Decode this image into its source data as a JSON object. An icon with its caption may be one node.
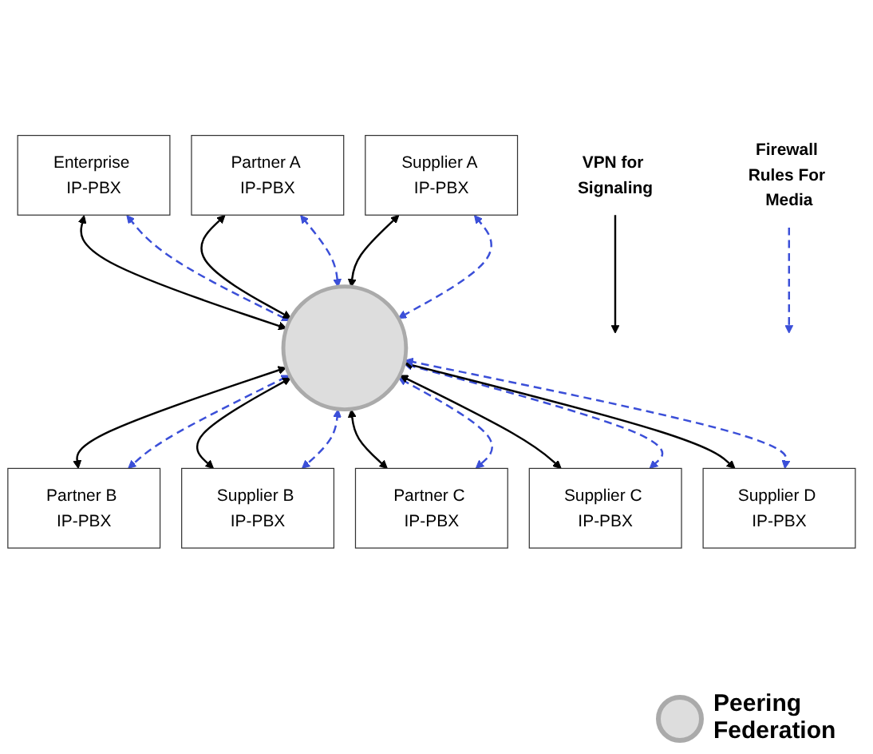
{
  "diagram": {
    "nodes": [
      {
        "text": [
          "VPN for Signaling"
        ]
      },
      {
        "text": [
          "Enterprise IP-PBX"
        ]
      },
      {
        "text": [
          "Firewall Rules For Media"
        ]
      },
      {
        "text": [
          "Partner A IP-PBX"
        ]
      },
      {
        "text": [
          "Supplier A IP-PBX"
        ]
      },
      {
        "text": [],
        "shape": "circle"
      },
      {
        "text": [
          "Partner B IP-PBX"
        ]
      },
      {
        "text": [
          "Supplier B IP-PBX"
        ]
      },
      {
        "text": [
          "Partner C IP-PBX"
        ]
      },
      {
        "text": [
          "Supplier C IP-PBX"
        ]
      },
      {
        "text": [
          "Supplier D IP-PBX"
        ]
      }
    ],
    "edges": [
      {
        "from": 0,
        "to": null,
        "arrow": "to"
      },
      {
        "from": 2,
        "to": null,
        "arrow": "to",
        "style": "dashed",
        "color": "#3b4fd8"
      },
      {
        "from": 1,
        "to": 5,
        "arrow": "both"
      },
      {
        "from": 1,
        "to": 5,
        "arrow": "both",
        "style": "dashed",
        "color": "#3b4fd8"
      },
      {
        "from": 3,
        "to": 5,
        "arrow": "both"
      },
      {
        "from": 3,
        "to": 5,
        "arrow": "both",
        "style": "dashed",
        "color": "#3b4fd8"
      },
      {
        "from": 4,
        "to": 5,
        "arrow": "both"
      },
      {
        "from": 4,
        "to": 5,
        "arrow": "both",
        "style": "dashed",
        "color": "#3b4fd8"
      },
      {
        "from": 5,
        "to": 6,
        "arrow": "both"
      },
      {
        "from": 5,
        "to": 6,
        "arrow": "both",
        "style": "dashed",
        "color": "#3b4fd8"
      },
      {
        "from": 5,
        "to": 7,
        "arrow": "both"
      },
      {
        "from": 5,
        "to": 7,
        "arrow": "both",
        "style": "dashed",
        "color": "#3b4fd8"
      },
      {
        "from": 5,
        "to": 8,
        "arrow": "both"
      },
      {
        "from": 5,
        "to": 8,
        "arrow": "both",
        "style": "dashed",
        "color": "#3b4fd8"
      },
      {
        "from": 5,
        "to": 9,
        "arrow": "both"
      },
      {
        "from": 5,
        "to": 9,
        "arrow": "both",
        "style": "dashed",
        "color": "#3b4fd8"
      },
      {
        "from": 5,
        "to": 10,
        "arrow": "both"
      },
      {
        "from": 5,
        "to": 10,
        "arrow": "both",
        "style": "dashed",
        "color": "#3b4fd8"
      }
    ],
    "legend": [
      {
        "text": "Peering Federation",
        "color": "#dddddd"
      }
    ]
  }
}
